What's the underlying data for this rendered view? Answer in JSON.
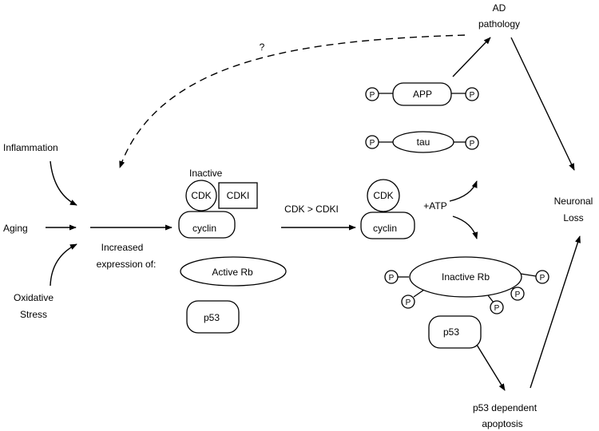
{
  "inputs": {
    "inflammation": "Inflammation",
    "aging": "Aging",
    "oxidative_1": "Oxidative",
    "oxidative_2": "Stress"
  },
  "increased": {
    "line1": "Increased",
    "line2": "expression of:"
  },
  "left_complex": {
    "inactive": "Inactive",
    "cdk": "CDK",
    "cdki": "CDKI",
    "cyclin": "cyclin",
    "active_rb": "Active Rb",
    "p53": "p53"
  },
  "transition": "CDK > CDKI",
  "question": "?",
  "right_complex": {
    "cdk": "CDK",
    "cyclin": "cyclin",
    "atp": "+ATP",
    "inactive_rb": "Inactive Rb",
    "p53": "p53",
    "app": "APP",
    "tau": "tau",
    "phospho": "P"
  },
  "outcomes": {
    "ad_1": "AD",
    "ad_2": "pathology",
    "neuronal_1": "Neuronal",
    "neuronal_2": "Loss",
    "apoptosis_1": "p53 dependent",
    "apoptosis_2": "apoptosis"
  }
}
